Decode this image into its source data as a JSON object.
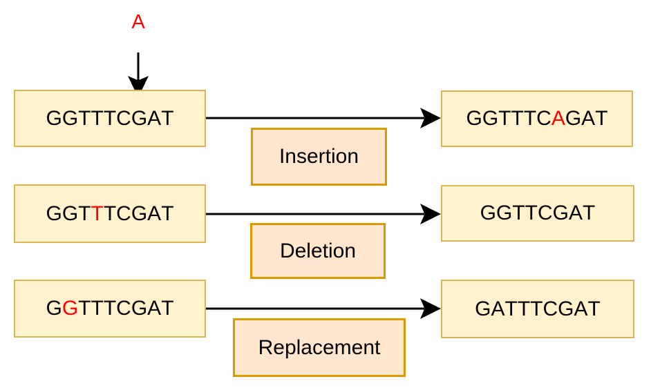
{
  "colors": {
    "sequence_box_fill": "#FFF2CC",
    "sequence_box_border": "#D6B656",
    "operation_box_fill": "#FFE6CC",
    "operation_box_border": "#D79B00",
    "highlight": "#FF0000",
    "text": "#000000",
    "arrow": "#000000"
  },
  "annotation": {
    "inserted_base": "A"
  },
  "rows": [
    {
      "operation": "Insertion",
      "source": {
        "text": "GGTTTCGAT",
        "highlight_index": -1
      },
      "result": {
        "text": "GGTTTCAGAT",
        "highlight_index": 6
      }
    },
    {
      "operation": "Deletion",
      "source": {
        "text": "GGTTTCGAT",
        "highlight_index": 3
      },
      "result": {
        "text": "GGTTCGAT",
        "highlight_index": -1
      }
    },
    {
      "operation": "Replacement",
      "source": {
        "text": "GGTTTCGAT",
        "highlight_index": 1
      },
      "result": {
        "text": "GATTTCGAT",
        "highlight_index": -1
      }
    }
  ]
}
